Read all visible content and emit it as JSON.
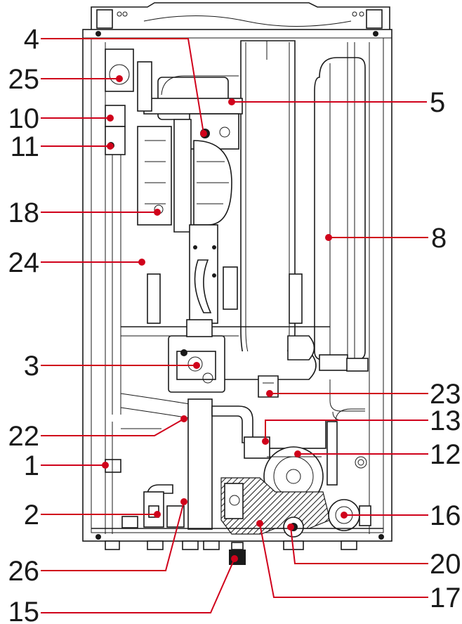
{
  "colors": {
    "leader": "#d0021b",
    "outline": "#1a1a1a",
    "background": "#ffffff"
  },
  "callouts": [
    {
      "id": "4",
      "label": "4"
    },
    {
      "id": "25",
      "label": "25"
    },
    {
      "id": "5",
      "label": "5"
    },
    {
      "id": "10",
      "label": "10"
    },
    {
      "id": "11",
      "label": "11"
    },
    {
      "id": "18",
      "label": "18"
    },
    {
      "id": "8",
      "label": "8"
    },
    {
      "id": "24",
      "label": "24"
    },
    {
      "id": "3",
      "label": "3"
    },
    {
      "id": "23",
      "label": "23"
    },
    {
      "id": "22",
      "label": "22"
    },
    {
      "id": "13",
      "label": "13"
    },
    {
      "id": "1",
      "label": "1"
    },
    {
      "id": "12",
      "label": "12"
    },
    {
      "id": "2",
      "label": "2"
    },
    {
      "id": "16",
      "label": "16"
    },
    {
      "id": "26",
      "label": "26"
    },
    {
      "id": "20",
      "label": "20"
    },
    {
      "id": "17",
      "label": "17"
    },
    {
      "id": "15",
      "label": "15"
    }
  ]
}
